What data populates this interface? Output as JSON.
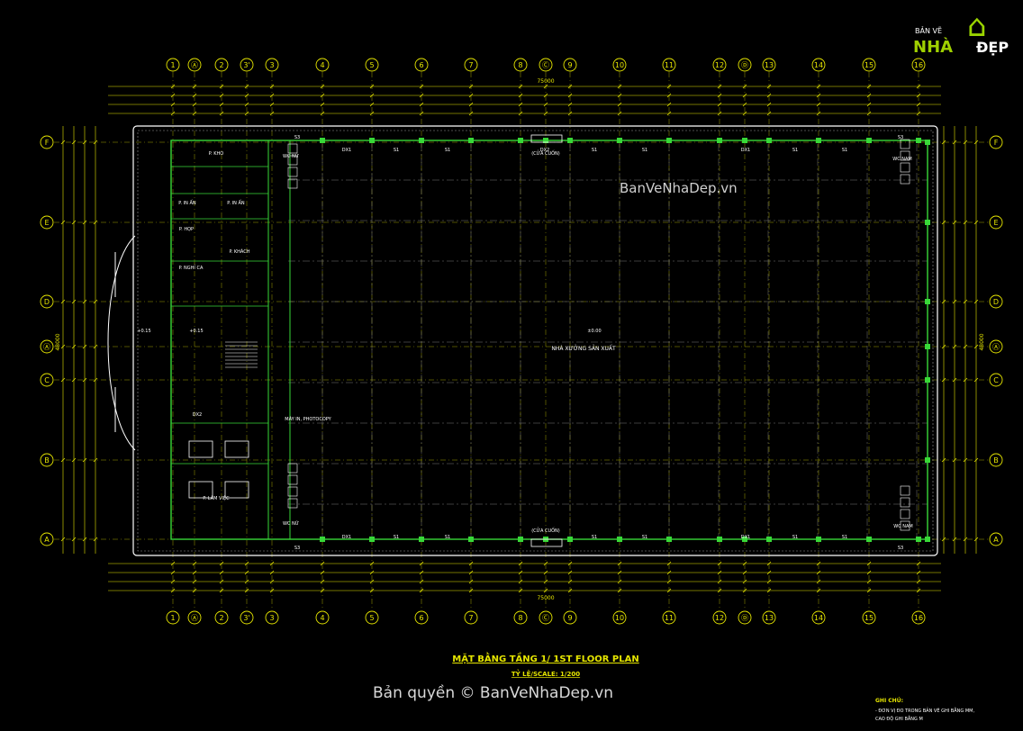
{
  "drawing": {
    "axes_x": [
      "1",
      "Ⓐ",
      "2",
      "3'",
      "3",
      "4",
      "5",
      "6",
      "7",
      "8",
      "Ⓒ",
      "9",
      "10",
      "11",
      "12",
      "Ⓓ",
      "13",
      "14",
      "15",
      "16"
    ],
    "axes_y": [
      "F",
      "E",
      "D",
      "Ⓐ",
      "C",
      "B",
      "A"
    ],
    "total_x_dim": "75000",
    "total_y_dim": "48000",
    "rooms": [
      {
        "key": "p_kho",
        "label": "P. KHO"
      },
      {
        "key": "p_in_an1",
        "label": "P. IN ẤN"
      },
      {
        "key": "p_in_an2",
        "label": "P. IN ẤN"
      },
      {
        "key": "p_hop",
        "label": "P. HỌP"
      },
      {
        "key": "p_khach",
        "label": "P. KHÁCH"
      },
      {
        "key": "p_nghi",
        "label": "P. NGHỈ CA"
      },
      {
        "key": "wc_nu1",
        "label": "WC NỮ"
      },
      {
        "key": "wc_nu2",
        "label": "WC NỮ"
      },
      {
        "key": "wc_nam1",
        "label": "WC NAM"
      },
      {
        "key": "wc_nam2",
        "label": "WC NAM"
      },
      {
        "key": "p_lam_viec",
        "label": "P. LÀM VIỆC"
      },
      {
        "key": "may_in",
        "label": "MÁY IN, PHOTOCOPY"
      },
      {
        "key": "nha_xuong",
        "label": "NHÀ XƯỞNG SẢN XUẤT"
      }
    ],
    "door_labels": {
      "cua_cuon_top": "(CỬA CUỐN)",
      "cua_cuon_bottom": "(CỬA CUỐN)",
      "dx2": "DX2",
      "dx1": "DX1",
      "s1": "S1",
      "s3": "S3",
      "elev_main": "±0.00",
      "elev_left1": "+0.15",
      "elev_left2": "+0.15"
    },
    "title": "MẶT BẰNG TẦNG 1/ 1ST FLOOR PLAN",
    "scale": "TỶ LỆ/SCALE: 1/200",
    "notes_title": "GHI CHÚ:",
    "notes": [
      "- ĐƠN VỊ ĐO TRONG BẢN VẼ GHI BẰNG MM,",
      "  CAO ĐỘ GHI BẰNG M"
    ],
    "watermark_center": "BanVeNhaDep.vn",
    "copyright": "Bản quyền © BanVeNhaDep.vn",
    "logo": {
      "top": "BẢN VẼ",
      "nha": "NHÀ",
      "dep": "ĐẸP"
    }
  }
}
